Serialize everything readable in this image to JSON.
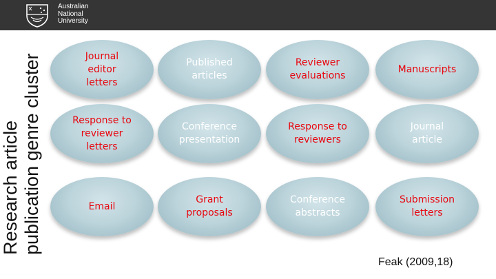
{
  "header": {
    "logo_icon": "anu-crest-icon",
    "logo_lines": [
      "Australian",
      "National",
      "University"
    ],
    "background": "#353535"
  },
  "diagram": {
    "side_title_lines": [
      "Research article",
      "publication genre cluster"
    ],
    "citation": "Feak (2009,18)",
    "highlight_color": "#e8060f",
    "normal_color": "#ffffff",
    "nodes": [
      {
        "label": "Journal\neditor\nletters",
        "highlighted": true
      },
      {
        "label": "Published\narticles",
        "highlighted": false
      },
      {
        "label": "Reviewer\nevaluations",
        "highlighted": true
      },
      {
        "label": "Manuscripts",
        "highlighted": true
      },
      {
        "label": "Response to\nreviewer\nletters",
        "highlighted": true
      },
      {
        "label": "Conference\npresentation",
        "highlighted": false
      },
      {
        "label": "Response to\nreviewers",
        "highlighted": true
      },
      {
        "label": "Journal\narticle",
        "highlighted": false
      },
      {
        "label": "Email",
        "highlighted": true
      },
      {
        "label": "Grant\nproposals",
        "highlighted": true
      },
      {
        "label": "Conference\nabstracts",
        "highlighted": false
      },
      {
        "label": "Submission\nletters",
        "highlighted": true
      }
    ]
  }
}
